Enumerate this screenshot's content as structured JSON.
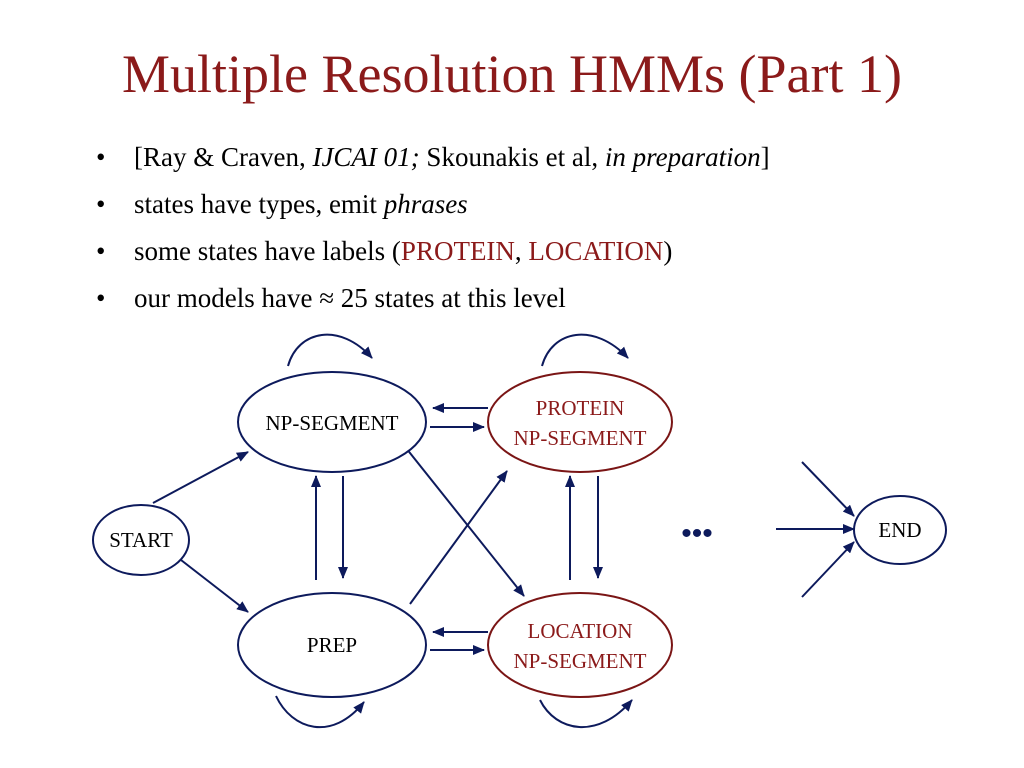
{
  "title": "Multiple Resolution HMMs (Part 1)",
  "bullets": [
    {
      "open": "[Ray & Craven, ",
      "venue": "IJCAI 01;",
      "middle": " Skounakis et al, ",
      "status": "in preparation",
      "close": "]"
    },
    {
      "text": "states have types, emit ",
      "emph": "phrases"
    },
    {
      "text": "some states have labels (",
      "label1": "PROTEIN",
      "sep": ", ",
      "label2": "LOCATION",
      "close": ")"
    },
    {
      "text": "our models have ≈ 25 states at this level"
    }
  ],
  "diagram": {
    "nodes": {
      "start": "START",
      "np_segment": "NP-SEGMENT",
      "prep": "PREP",
      "protein_line1": "PROTEIN",
      "protein_line2": "NP-SEGMENT",
      "location_line1": "LOCATION",
      "location_line2": "NP-SEGMENT",
      "end": "END"
    },
    "ellipsis": "•••"
  },
  "colors": {
    "title": "#8B1A1A",
    "label_text": "#8B1A1A",
    "navy": "#0D1A5C",
    "label_node_border": "#7A1515"
  }
}
